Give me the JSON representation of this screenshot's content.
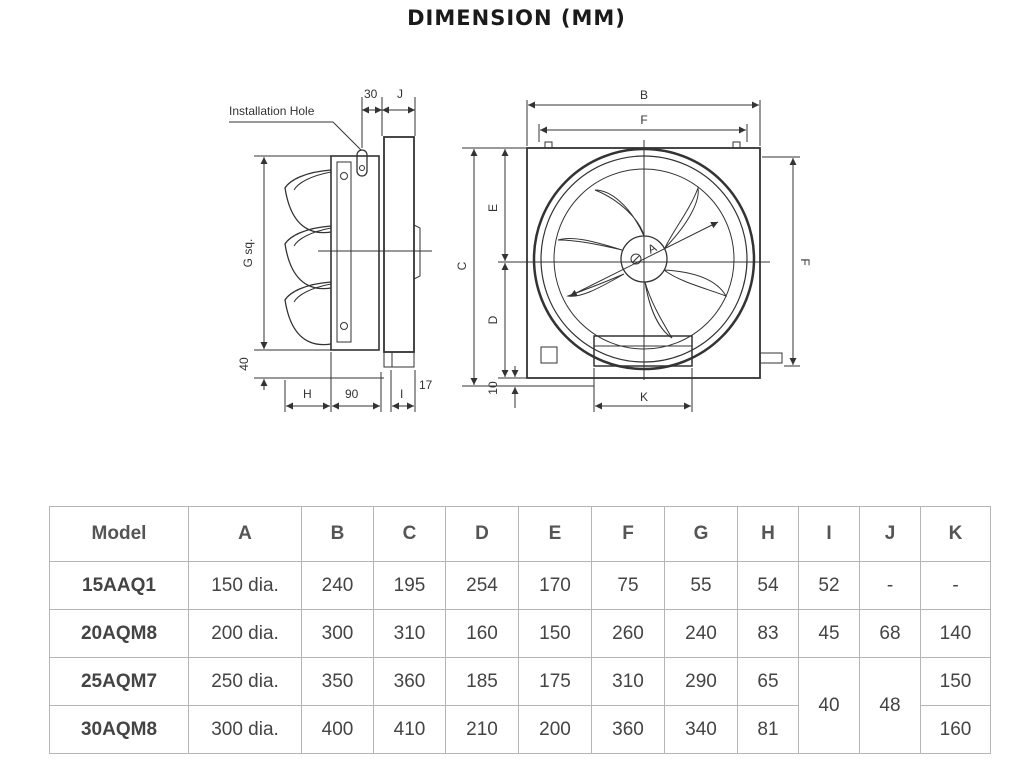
{
  "title": "DIMENSION (MM)",
  "drawing": {
    "side_view": {
      "installation_hole_label": "Installation Hole",
      "labels": {
        "d30": "30",
        "J": "J",
        "G": "G sq.",
        "d40": "40",
        "H": "H",
        "d90": "90",
        "I": "I",
        "d17": "17"
      }
    },
    "front_view": {
      "labels": {
        "B": "B",
        "F_top": "F",
        "C": "C",
        "E": "E",
        "D": "D",
        "F_right": "F",
        "A": "A",
        "K": "K",
        "d10": "10"
      }
    }
  },
  "table": {
    "headers": [
      "Model",
      "A",
      "B",
      "C",
      "D",
      "E",
      "F",
      "G",
      "H",
      "I",
      "J",
      "K"
    ],
    "rows": [
      {
        "model": "15AAQ1",
        "A": "150 dia.",
        "B": "240",
        "C": "195",
        "D": "254",
        "E": "170",
        "F": "75",
        "G": "55",
        "H": "54",
        "I": "52",
        "J": "-",
        "K": "-"
      },
      {
        "model": "20AQM8",
        "A": "200 dia.",
        "B": "300",
        "C": "310",
        "D": "160",
        "E": "150",
        "F": "260",
        "G": "240",
        "H": "83",
        "I": "45",
        "J": "68",
        "K": "140"
      },
      {
        "model": "25AQM7",
        "A": "250 dia.",
        "B": "350",
        "C": "360",
        "D": "185",
        "E": "175",
        "F": "310",
        "G": "290",
        "H": "65",
        "K": "150"
      },
      {
        "model": "30AQM8",
        "A": "300 dia.",
        "B": "400",
        "C": "410",
        "D": "210",
        "E": "200",
        "F": "360",
        "G": "340",
        "H": "81",
        "K": "160"
      }
    ],
    "shared_I": "40",
    "shared_J": "48"
  }
}
